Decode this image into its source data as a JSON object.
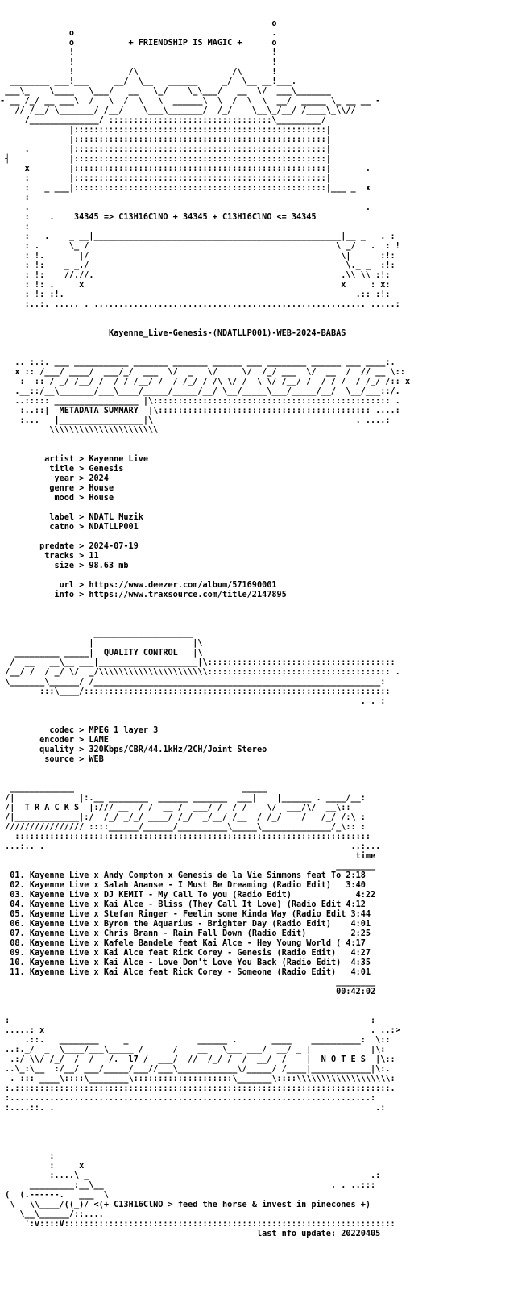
{
  "nfo": {
    "header_tagline": "+ FRIENDSHIP IS MAGIC +",
    "formula": "34345 => C13H16ClNO + 34345 + C13H16ClNO <= 34345",
    "release_name": "Kayenne_Live-Genesis-(NDATLLP001)-WEB-2024-BABAS",
    "metadata_heading": "METADATA SUMMARY",
    "metadata": {
      "artist": "Kayenne Live",
      "title": "Genesis",
      "year": "2024",
      "genre": "House",
      "mood": "House",
      "label": "NDATL Muzik",
      "catno": "NDATLLP001",
      "predate": "2024-07-19",
      "tracks": "11",
      "size": "98.63 mb",
      "url": "https://www.deezer.com/album/571690001",
      "info": "https://www.traxsource.com/title/2147895"
    },
    "quality_heading": "QUALITY CONTROL",
    "quality": {
      "codec": "MPEG 1 layer 3",
      "encoder": "LAME",
      "quality": "320Kbps/CBR/44.1kHz/2CH/Joint Stereo",
      "source": "WEB"
    },
    "tracks_heading": "T R A C K S",
    "time_header": "time",
    "tracklist": [
      {
        "num": "01.",
        "title": "Kayenne Live x Andy Compton x Genesis de la Vie Simmons feat To",
        "time": "2:18"
      },
      {
        "num": "02.",
        "title": "Kayenne Live x Salah Ananse - I Must Be Dreaming (Radio Edit)",
        "time": "3:40"
      },
      {
        "num": "03.",
        "title": "Kayenne Live x DJ KEMIT - My Call To you (Radio Edit)",
        "time": "4:22"
      },
      {
        "num": "04.",
        "title": "Kayenne Live x Kai Alce - Bliss (They Call It Love) (Radio Edit",
        "time": "4:12"
      },
      {
        "num": "05.",
        "title": "Kayenne Live x Stefan Ringer - Feelin some Kinda Way (Radio Edit",
        "time": "3:44"
      },
      {
        "num": "06.",
        "title": "Kayenne Live x Byron the Aquarius - Brighter Day (Radio Edit)",
        "time": "4:01"
      },
      {
        "num": "07.",
        "title": "Kayenne Live x Chris Brann - Rain Fall Down (Radio Edit)",
        "time": "2:25"
      },
      {
        "num": "08.",
        "title": "Kayenne Live x Kafele Bandele feat Kai Alce - Hey Young World (",
        "time": "4:17"
      },
      {
        "num": "09.",
        "title": "Kayenne Live x Kai Alce feat Rick Corey - Genesis (Radio Edit)",
        "time": "4:27"
      },
      {
        "num": "10.",
        "title": "Kayenne Live x Kai Alce - Love Don't Love You Back (Radio Edit)",
        "time": "4:35"
      },
      {
        "num": "11.",
        "title": "Kayenne Live x Kai Alce feat Rick Corey - Someone (Radio Edit)",
        "time": "4:01"
      }
    ],
    "total_time": "00:42:02",
    "notes_heading": "N O T E S",
    "footer_tagline": "<(+ C13H16ClNO > feed the horse & invest in pinecones +)",
    "last_update": "last nfo update: 20220405"
  }
}
